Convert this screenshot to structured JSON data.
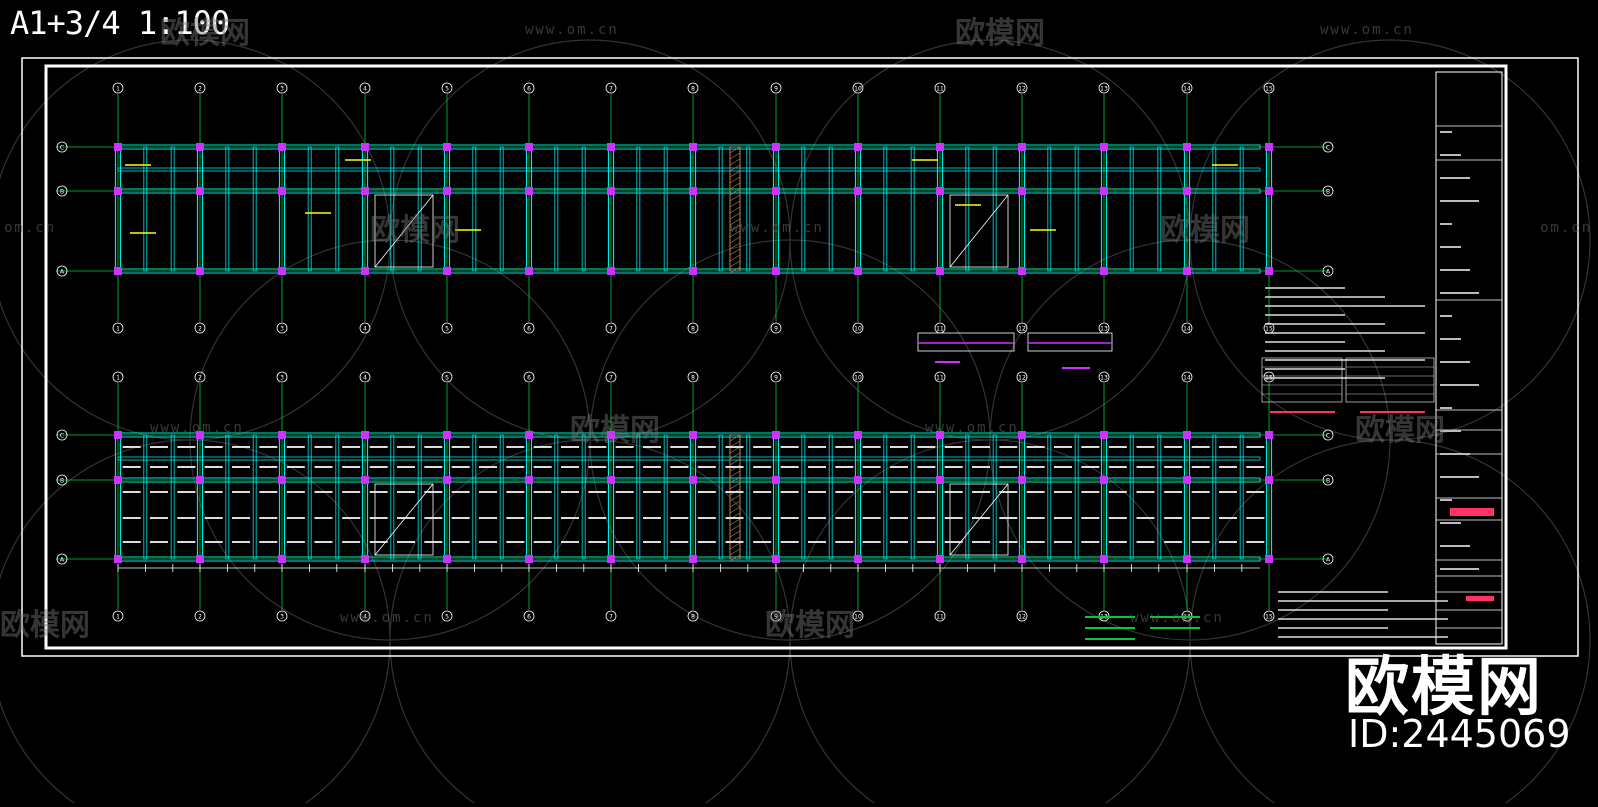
{
  "header": {
    "scale_label": "A1+3/4 1:100"
  },
  "watermark": {
    "site": "www.om.cn",
    "site_short": "om.cn",
    "logo_text": "欧模网"
  },
  "footer": {
    "brand": "欧模网",
    "id_label": "ID:2445069"
  },
  "drawing": {
    "grid_columns": [
      "1",
      "2",
      "3",
      "4",
      "5",
      "6",
      "7",
      "8",
      "9",
      "10",
      "11",
      "12",
      "13",
      "14",
      "15"
    ],
    "grid_rows": [
      "C",
      "B",
      "A"
    ]
  },
  "colors": {
    "background": "#000000",
    "frame": "#ffffff",
    "beam": "#00e5e5",
    "grid_line": "#00cc33",
    "column": "#cc33ff",
    "annotation": "#ffff00",
    "accent": "#ff3366"
  }
}
